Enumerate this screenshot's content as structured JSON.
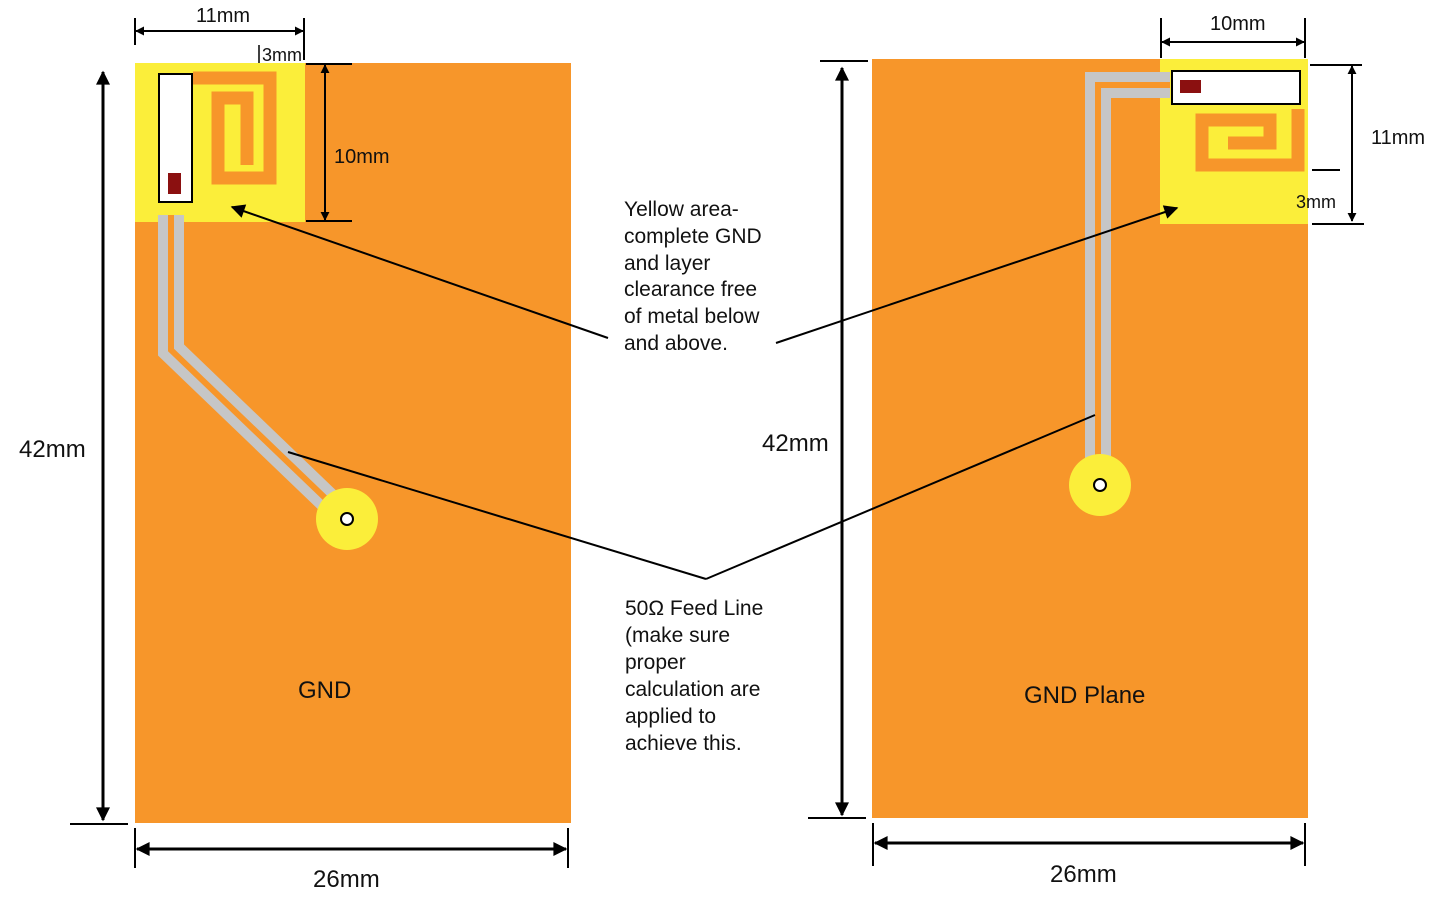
{
  "colors": {
    "board": "#f7962a",
    "clearance": "#fbee3a",
    "trace": "#c6c6c6",
    "chip_marker": "#8b1010",
    "line": "#000000"
  },
  "left_board": {
    "width_label": "11mm",
    "gap_label": "3mm",
    "height_small_label": "10mm",
    "height_label": "42mm",
    "bottom_label": "26mm",
    "gnd_label": "GND"
  },
  "right_board": {
    "width_label": "10mm",
    "height_small_label": "11mm",
    "gap_label": "3mm",
    "height_label": "42mm",
    "bottom_label": "26mm",
    "gnd_label": "GND Plane"
  },
  "note_yellow": {
    "lines": [
      "Yellow area-",
      "complete GND",
      "and layer",
      "clearance free",
      "of metal below",
      "and above."
    ]
  },
  "note_feed": {
    "lines": [
      "50Ω Feed Line",
      "(make sure",
      "proper",
      "calculation are",
      "applied to",
      "achieve this."
    ]
  }
}
